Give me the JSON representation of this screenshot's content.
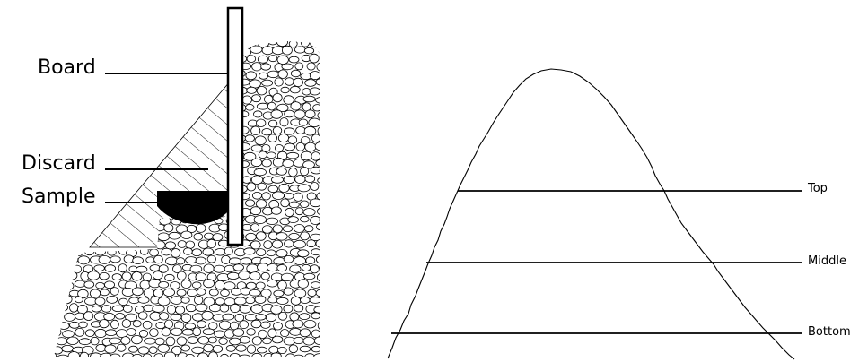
{
  "left_figure": {
    "labels": {
      "board": "Board",
      "discard": "Discard",
      "sample": "Sample"
    }
  },
  "right_figure": {
    "labels": {
      "top": "Top",
      "middle": "Middle",
      "bottom": "Bottom"
    }
  }
}
